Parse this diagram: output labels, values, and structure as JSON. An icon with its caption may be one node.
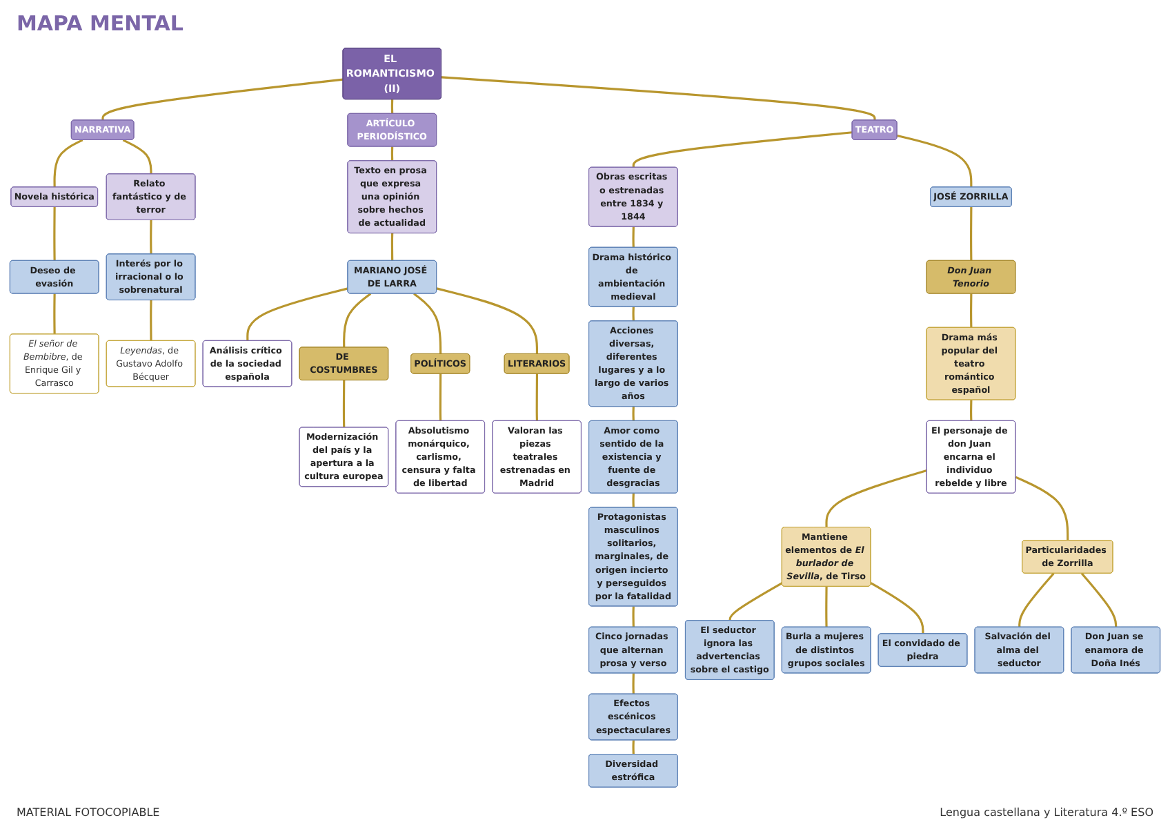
{
  "diagram": {
    "title": "MAPA MENTAL",
    "nodes": [
      {
        "text": [
          "EL ROMANTICISMO (II)"
        ]
      },
      {
        "text": [
          "NARRATIVA"
        ]
      },
      {
        "text": [
          "TEATRO"
        ]
      },
      {
        "text": [
          "ARTÍCULO PERIODÍSTICO"
        ]
      },
      {
        "text": [
          "Novela histórica"
        ]
      },
      {
        "text": [
          "Deseo de evasión"
        ]
      },
      {
        "text": [
          "*El señor de Bembibre*, de Enrique Gil y Carrasco"
        ]
      },
      {
        "text": [
          "Relato fantástico y de terror"
        ]
      },
      {
        "text": [
          "Interés por lo irracional o lo sobrenatural"
        ]
      },
      {
        "text": [
          "*Leyendas*, de Gustavo Adolfo Bécquer"
        ]
      },
      {
        "text": [
          "Texto en prosa que expresa una opinión sobre hechos de actualidad"
        ]
      },
      {
        "text": [
          "MARIANO JOSÉ DE LARRA"
        ]
      },
      {
        "text": [
          "Análisis crítico de la sociedad española"
        ]
      },
      {
        "text": [
          "DE COSTUMBRES"
        ]
      },
      {
        "text": [
          "Modernización del país y la apertura a la cultura europea"
        ]
      },
      {
        "text": [
          "POLÍTICOS"
        ]
      },
      {
        "text": [
          "Absolutismo monárquico, carlismo, censura y falta de libertad"
        ]
      },
      {
        "text": [
          "LITERARIOS"
        ]
      },
      {
        "text": [
          "Valoran las piezas teatrales estrenadas en Madrid"
        ]
      },
      {
        "text": [
          "Obras escritas o estrenadas entre 1834 y 1844"
        ]
      },
      {
        "text": [
          "Drama histórico de ambientación medieval"
        ]
      },
      {
        "text": [
          "Acciones diversas, diferentes lugares y a lo largo de varios años"
        ]
      },
      {
        "text": [
          "Amor como sentido de la existencia y fuente de desgracias"
        ]
      },
      {
        "text": [
          "Protagonistas masculinos solitarios, marginales, de origen incierto y perseguidos por la fatalidad"
        ]
      },
      {
        "text": [
          "Cinco jornadas que alternan prosa y verso"
        ]
      },
      {
        "text": [
          "Efectos escénicos espectaculares"
        ]
      },
      {
        "text": [
          "Diversidad estrófica"
        ]
      },
      {
        "text": [
          "JOSÉ ZORRILLA"
        ]
      },
      {
        "text": [
          "Don Juan Tenorio"
        ]
      },
      {
        "text": [
          "Drama más popular del teatro romántico español"
        ]
      },
      {
        "text": [
          "El personaje de don Juan encarna el individuo rebelde y libre"
        ]
      },
      {
        "text": [
          "Mantiene elementos de *El burlador de Sevilla*, de Tirso"
        ]
      },
      {
        "text": [
          "El seductor ignora las advertencias sobre el castigo"
        ]
      },
      {
        "text": [
          "Burla a mujeres de distintos grupos sociales"
        ]
      },
      {
        "text": [
          "El convidado de piedra"
        ]
      },
      {
        "text": [
          "Particularidades de Zorrilla"
        ]
      },
      {
        "text": [
          "Salvación del alma del seductor"
        ]
      },
      {
        "text": [
          "Don Juan se enamora de Doña Inés"
        ]
      }
    ],
    "edges": [
      {
        "from": 0,
        "to": 1,
        "arrow": "none"
      },
      {
        "from": 0,
        "to": 2,
        "arrow": "none"
      },
      {
        "from": 0,
        "to": 3,
        "arrow": "none"
      },
      {
        "from": 1,
        "to": 4,
        "arrow": "none"
      },
      {
        "from": 4,
        "to": 5,
        "arrow": "none"
      },
      {
        "from": 5,
        "to": 6,
        "arrow": "none"
      },
      {
        "from": 1,
        "to": 7,
        "arrow": "none"
      },
      {
        "from": 7,
        "to": 8,
        "arrow": "none"
      },
      {
        "from": 8,
        "to": 9,
        "arrow": "none"
      },
      {
        "from": 3,
        "to": 10,
        "arrow": "none"
      },
      {
        "from": 10,
        "to": 11,
        "arrow": "none"
      },
      {
        "from": 11,
        "to": 12,
        "arrow": "none"
      },
      {
        "from": 11,
        "to": 13,
        "arrow": "none"
      },
      {
        "from": 11,
        "to": 15,
        "arrow": "none"
      },
      {
        "from": 11,
        "to": 17,
        "arrow": "none"
      },
      {
        "from": 13,
        "to": 14,
        "arrow": "none"
      },
      {
        "from": 15,
        "to": 16,
        "arrow": "none"
      },
      {
        "from": 17,
        "to": 18,
        "arrow": "none"
      },
      {
        "from": 2,
        "to": 19,
        "arrow": "none"
      },
      {
        "from": 19,
        "to": 20,
        "arrow": "none"
      },
      {
        "from": 20,
        "to": 21,
        "arrow": "none"
      },
      {
        "from": 21,
        "to": 22,
        "arrow": "none"
      },
      {
        "from": 22,
        "to": 23,
        "arrow": "none"
      },
      {
        "from": 23,
        "to": 24,
        "arrow": "none"
      },
      {
        "from": 24,
        "to": 25,
        "arrow": "none"
      },
      {
        "from": 25,
        "to": 26,
        "arrow": "none"
      },
      {
        "from": 2,
        "to": 27,
        "arrow": "none"
      },
      {
        "from": 27,
        "to": 28,
        "arrow": "none"
      },
      {
        "from": 28,
        "to": 29,
        "arrow": "none"
      },
      {
        "from": 29,
        "to": 30,
        "arrow": "none"
      },
      {
        "from": 30,
        "to": 31,
        "arrow": "none"
      },
      {
        "from": 31,
        "to": 32,
        "arrow": "none"
      },
      {
        "from": 31,
        "to": 33,
        "arrow": "none"
      },
      {
        "from": 31,
        "to": 34,
        "arrow": "none"
      },
      {
        "from": 30,
        "to": 35,
        "arrow": "none"
      },
      {
        "from": 35,
        "to": 36,
        "arrow": "none"
      },
      {
        "from": 35,
        "to": 37,
        "arrow": "none"
      }
    ],
    "labels": [
      "MATERIAL FOTOCOPIABLE",
      "Lengua castellana y Literatura 4.º ESO"
    ]
  }
}
